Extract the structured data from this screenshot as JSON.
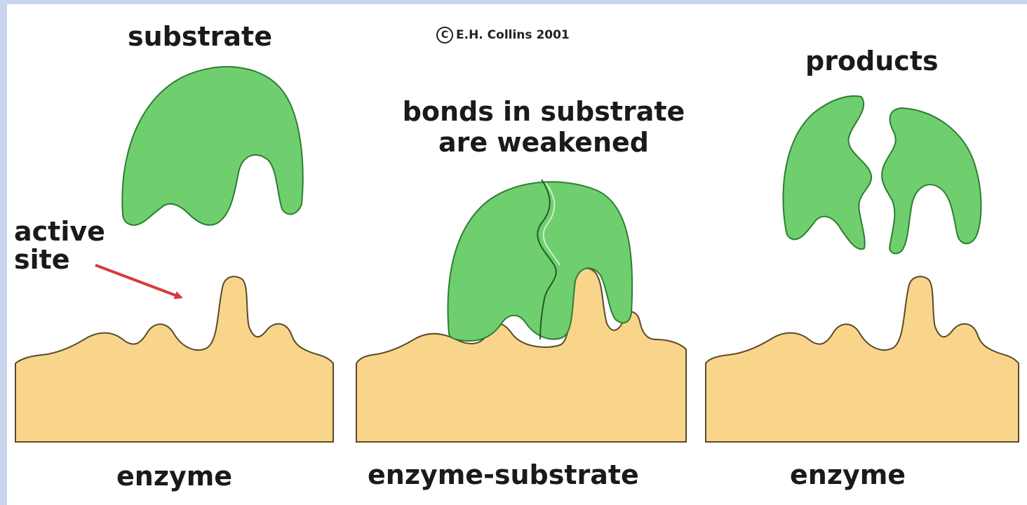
{
  "labels": {
    "substrate": "substrate",
    "copyright_symbol": "C",
    "copyright_text": "E.H. Collins 2001",
    "products": "products",
    "bonds_line1": "bonds in substrate",
    "bonds_line2": "are weakened",
    "active_line1": "active",
    "active_line2": "site",
    "enzyme_left": "enzyme",
    "enzyme_substrate": "enzyme-substrate",
    "enzyme_right": "enzyme"
  },
  "colors": {
    "substrate_fill": "#6fcf6f",
    "substrate_stroke": "#2e7d32",
    "enzyme_fill": "#f8d58a",
    "enzyme_stroke": "#5a4a2a",
    "arrow": "#d63a3a",
    "frame": "#c9d6ee"
  }
}
